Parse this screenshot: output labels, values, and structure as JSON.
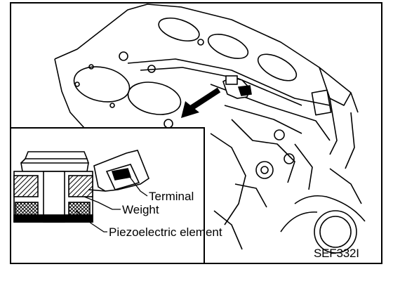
{
  "labels": {
    "terminal": "Terminal",
    "weight": "Weight",
    "piezo": "Piezoelectric element",
    "figure_code": "SEF332I"
  }
}
